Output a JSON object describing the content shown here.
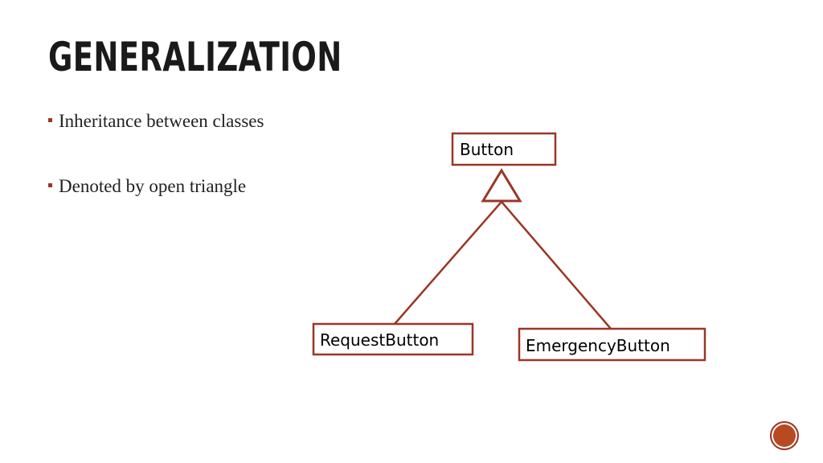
{
  "slide": {
    "title": "GENERALIZATION",
    "bullets": [
      "Inheritance between classes",
      "Denoted by open triangle"
    ]
  },
  "diagram": {
    "parent_class": "Button",
    "child_classes": [
      "RequestButton",
      "EmergencyButton"
    ],
    "relationship": "generalization"
  },
  "colors": {
    "accent": "#9b3626",
    "title_text": "#1a1a1a",
    "body_text": "#222222",
    "badge": "#b84a22"
  }
}
